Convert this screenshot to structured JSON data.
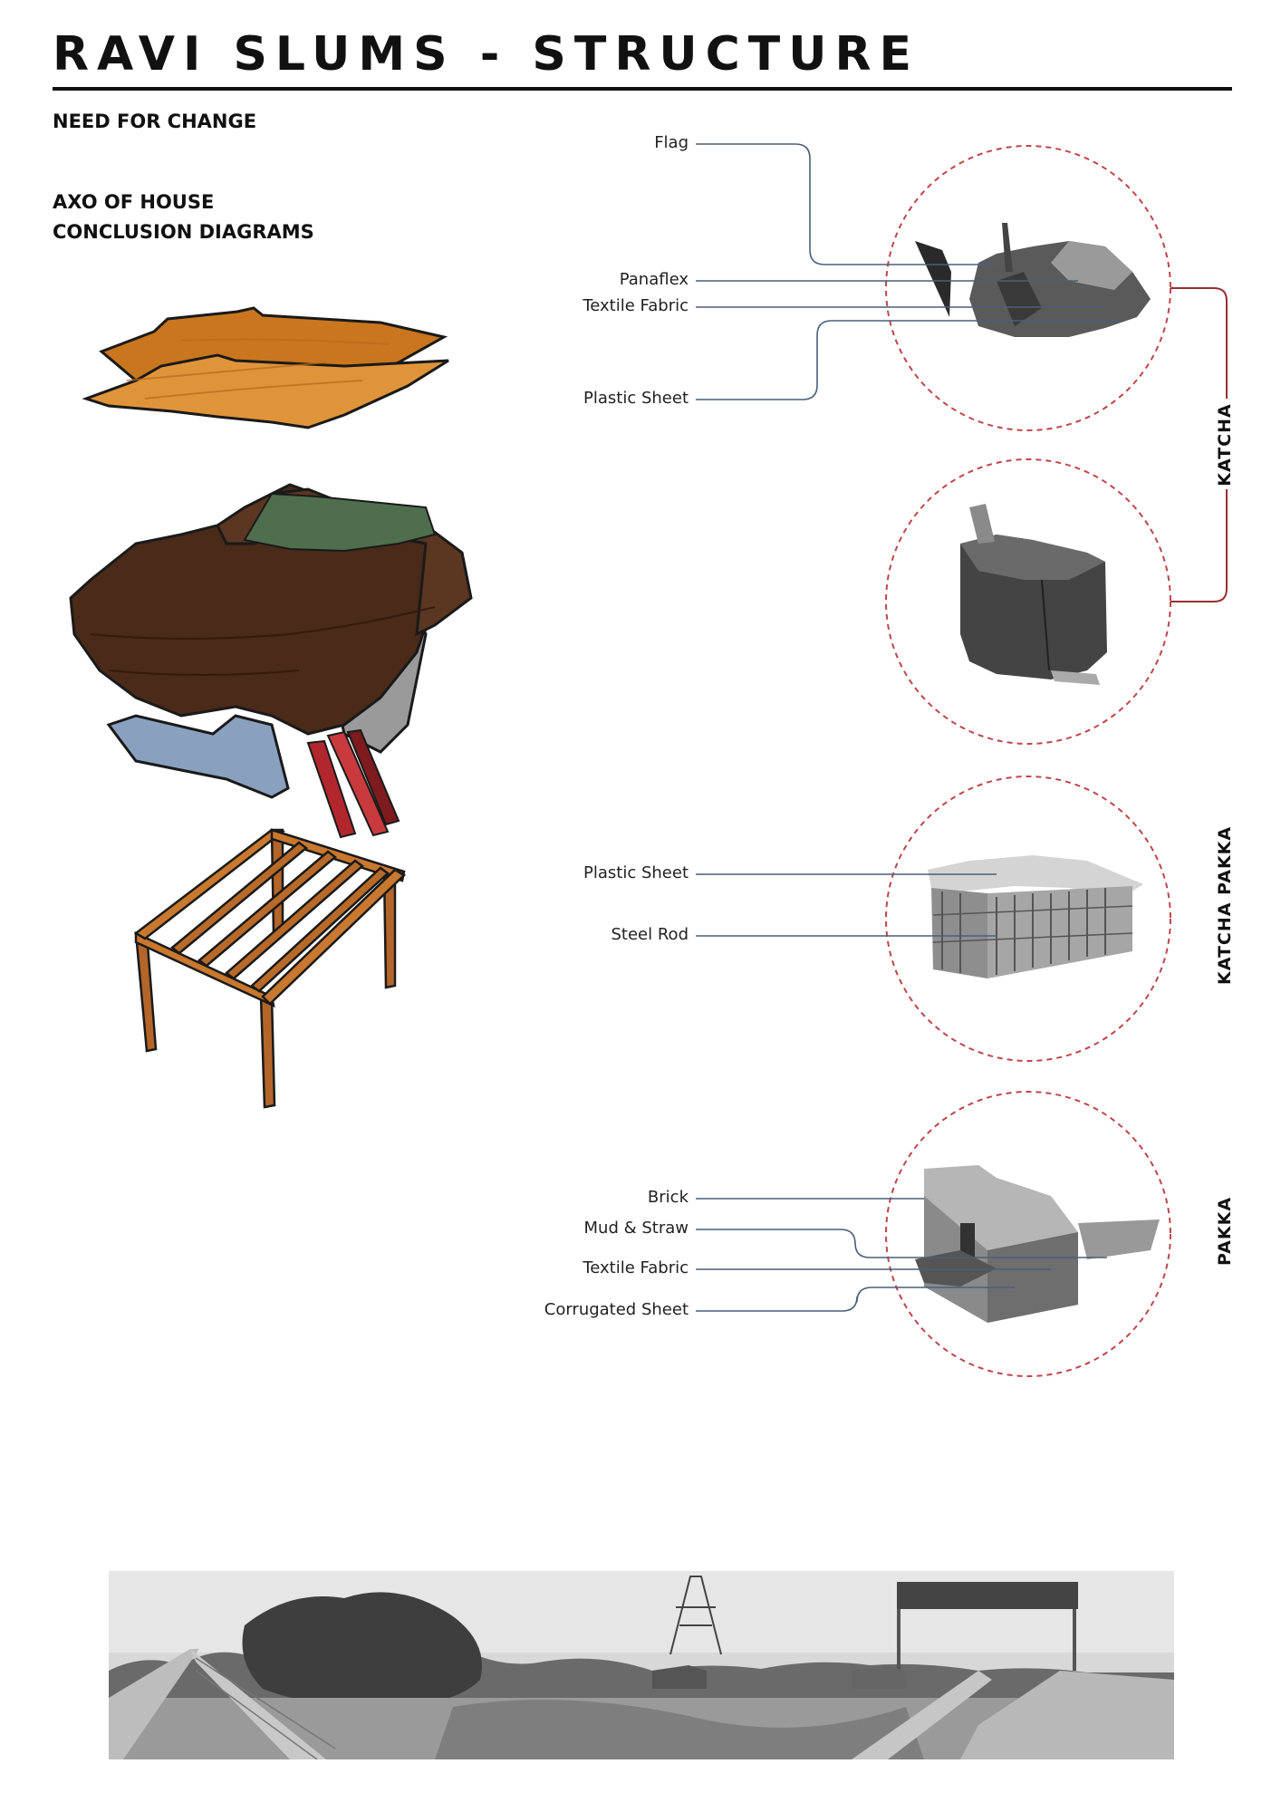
{
  "title": "RAVI SLUMS - STRUCTURE",
  "subtitle": "NEED FOR CHANGE",
  "section": {
    "line1": "AXO OF HOUSE",
    "line2": "CONCLUSION DIAGRAMS"
  },
  "groups": [
    {
      "name": "KATCHA",
      "callouts": [
        "Flag",
        "Panaflex",
        "Textile Fabric",
        "Plastic Sheet"
      ]
    },
    {
      "name": "KATCHA PAKKA",
      "callouts": [
        "Plastic Sheet",
        "Steel Rod"
      ]
    },
    {
      "name": "PAKKA",
      "callouts": [
        "Brick",
        "Mud & Straw",
        "Textile Fabric",
        "Corrugated Sheet"
      ]
    }
  ],
  "colors": {
    "leader_line": "#4a5f78",
    "circle_dash": "#c0454a",
    "bracket": "#9a2f2f",
    "roof_orange": "#d9892f",
    "tarp_brown": "#4a2a18",
    "pole_wood": "#b3652a"
  }
}
